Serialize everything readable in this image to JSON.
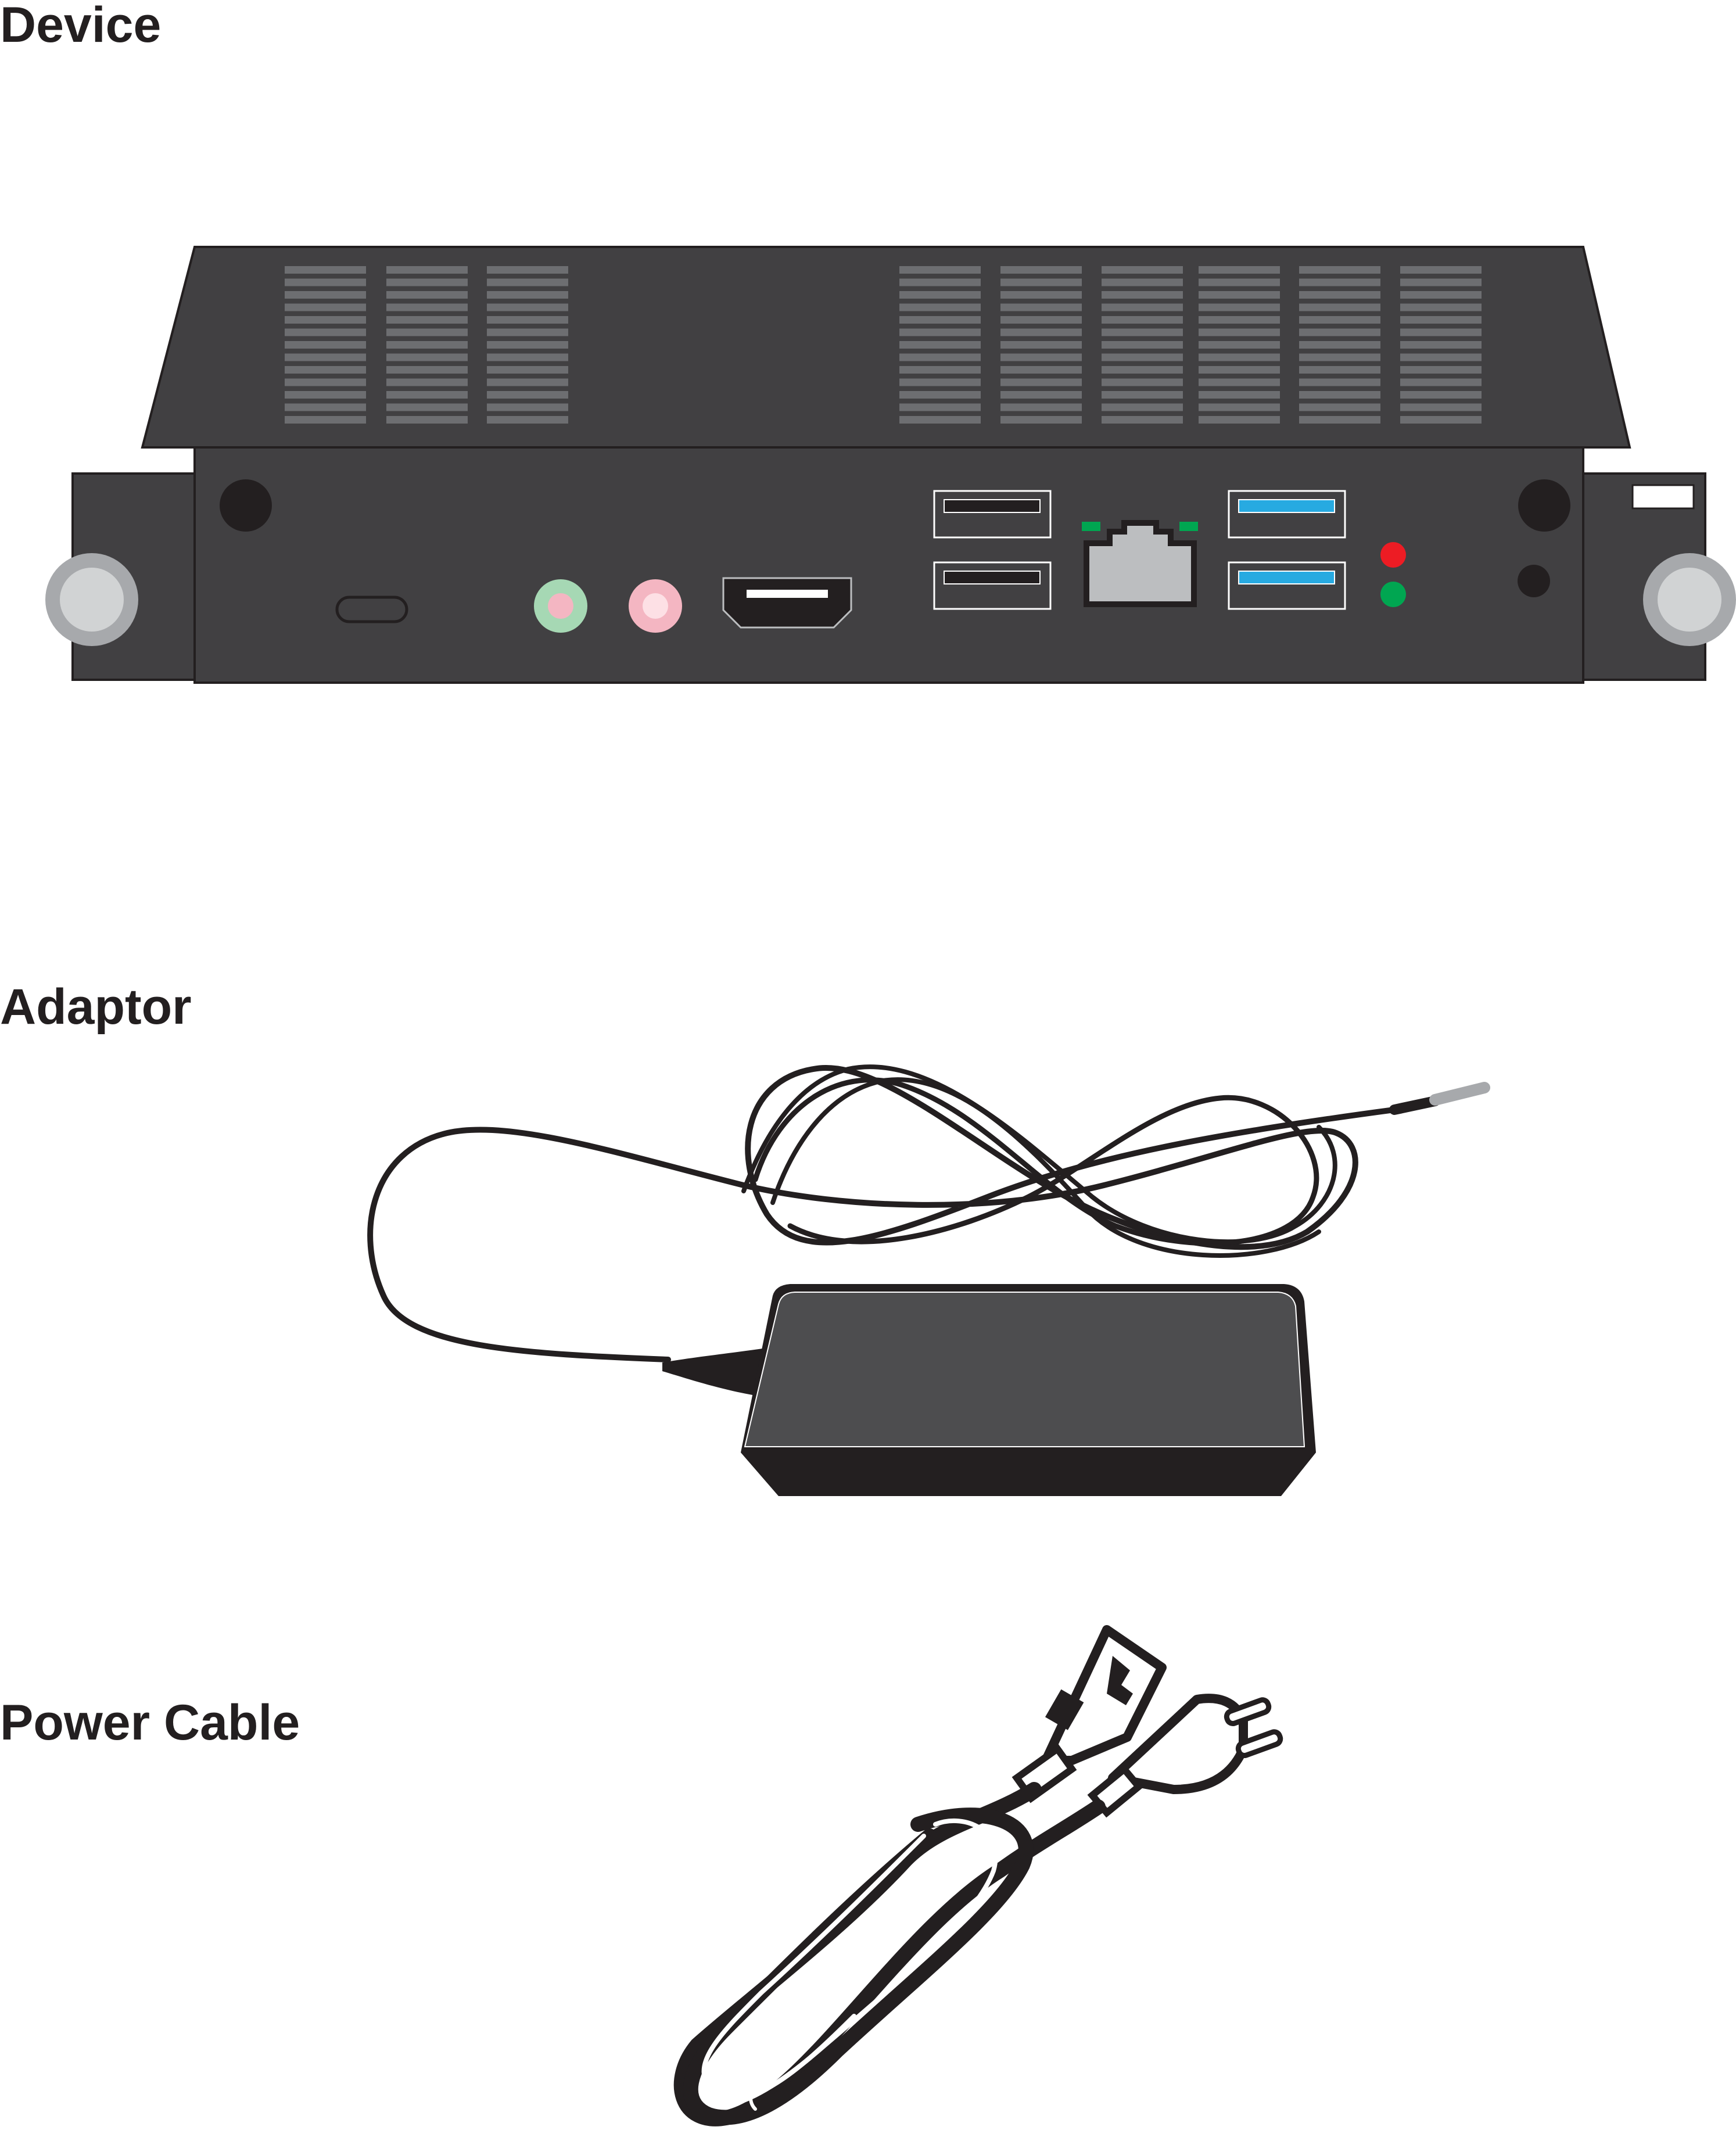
{
  "sections": [
    {
      "id": "device",
      "label": "Device",
      "illustration": "mini-pc-device-front-panel"
    },
    {
      "id": "adaptor",
      "label": "Adaptor",
      "illustration": "power-adaptor-with-coiled-cable"
    },
    {
      "id": "power_cable",
      "label": "Power Cable",
      "illustration": "coiled-ac-power-cable-with-plug"
    }
  ],
  "device_ports": [
    "usb-c-port",
    "audio-out-jack",
    "mic-in-jack",
    "hdmi-port",
    "usb-2-port",
    "usb-2-port",
    "ethernet-port",
    "usb-3-port",
    "usb-3-port",
    "status-led-red",
    "status-led-green"
  ],
  "colors": {
    "device_body": "#414042",
    "vent": "#6d6e71",
    "usb3_blue": "#27aae1",
    "led_red": "#ed1c24",
    "led_green": "#00a651",
    "audio_green": "#a6d8b4",
    "audio_pink": "#f4b6c2",
    "label_text": "#231f20"
  }
}
